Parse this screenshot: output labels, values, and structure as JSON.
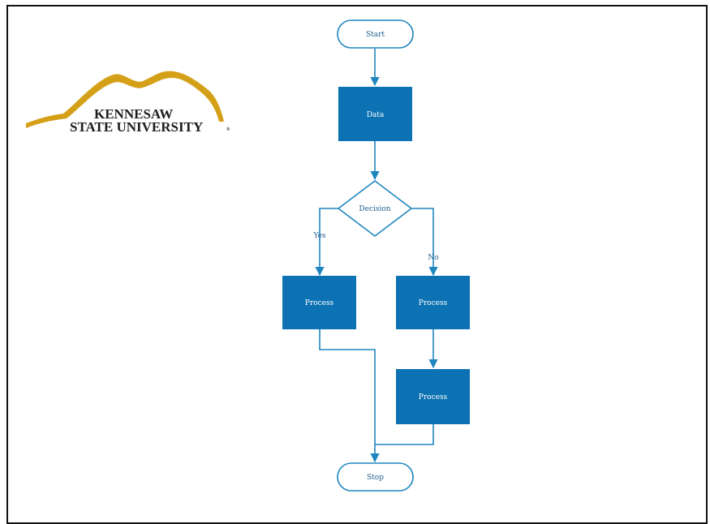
{
  "logo": {
    "line1": "KENNESAW",
    "line2": "STATE UNIVERSITY",
    "trademark": "®",
    "mountain_color": "#d4a017"
  },
  "colors": {
    "box_fill": "#0c72b3",
    "line": "#1f86bf",
    "border": "#111111"
  },
  "flowchart": {
    "start": "Start",
    "data": "Data",
    "decision": "Decision",
    "yes": "Yes",
    "no": "No",
    "process_left": "Process",
    "process_right_1": "Process",
    "process_right_2": "Process",
    "stop": "Stop"
  }
}
